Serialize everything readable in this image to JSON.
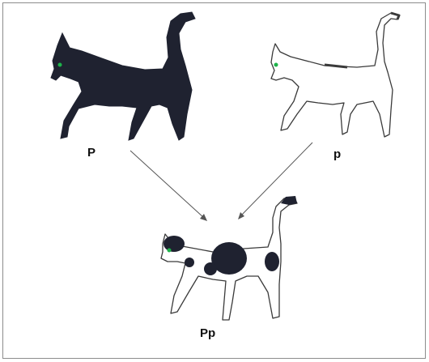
{
  "parents": {
    "left_label": "P",
    "right_label": "p"
  },
  "offspring": {
    "label": "Pp"
  },
  "colors": {
    "black_cat": "#1f2230",
    "outline": "#3a3a3a",
    "eye": "#1db34a",
    "spot": "#1f2230",
    "arrow": "#555555"
  }
}
